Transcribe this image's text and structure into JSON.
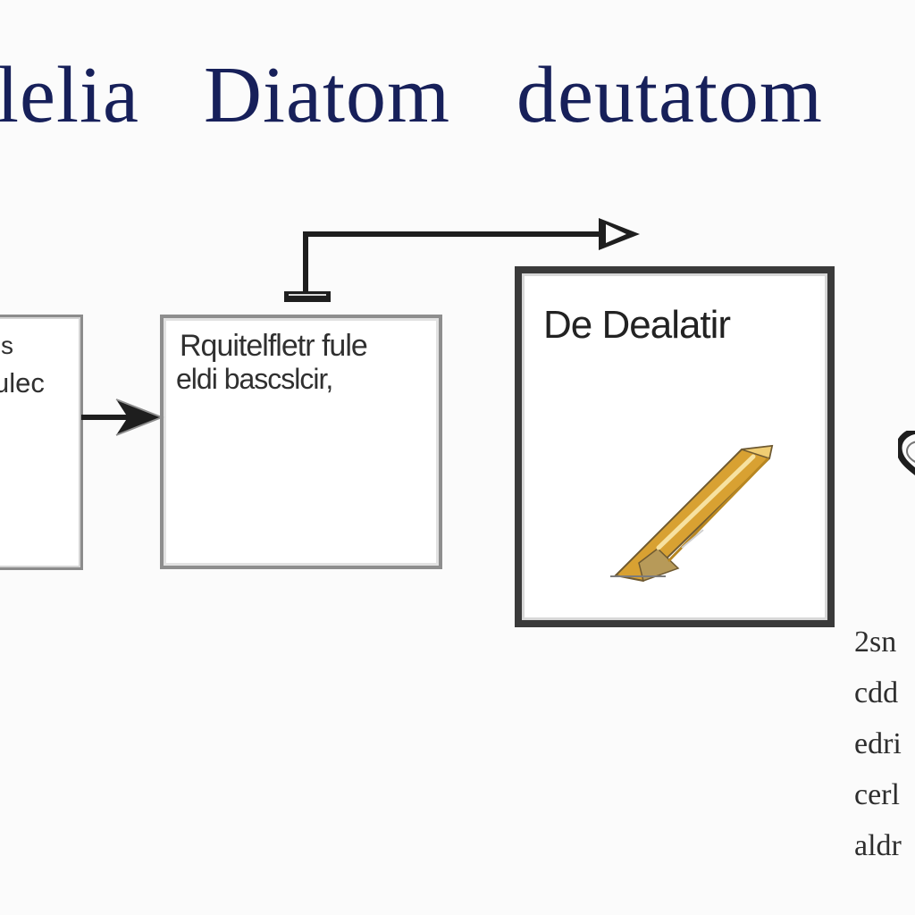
{
  "title": {
    "part_1": "lelia",
    "part_2": "Diatom",
    "part_3": "deutatom"
  },
  "boxes": {
    "left": {
      "line_1": "s",
      "line_2": "ulec"
    },
    "middle": {
      "line_1": "Rquitelfletr fule",
      "line_2": "eldi bascslcir,"
    },
    "right": {
      "title": "De Dealatir"
    }
  },
  "side_note": [
    "2sn",
    "cdd",
    "edri",
    "cerl",
    "aldr"
  ],
  "icons": {
    "pen": "pen-icon",
    "partial": "partial-icon"
  },
  "colors": {
    "title": "#17205a",
    "pen_body": "#d8a132",
    "pen_highlight": "#f0cd73",
    "stroke": "#1e1e1e"
  }
}
